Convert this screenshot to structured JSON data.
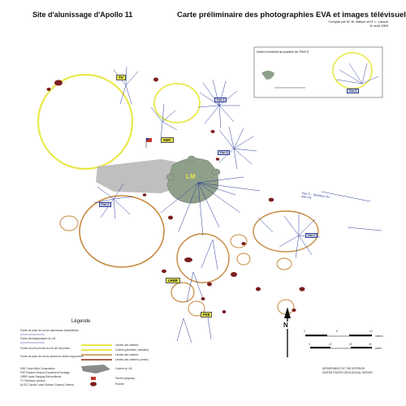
{
  "header": {
    "site_title": "Site d'alunissage d'Apollo 11",
    "map_title": "Carte préliminaire des photographies EVA et images télévisuelles",
    "compiled_by": "Compilé par M. M. Batson et R. L. Larson",
    "date": "11 août 1969"
  },
  "inset": {
    "title": "Insert montrant la position de PAN 5",
    "pan_label": "Pan 5"
  },
  "labels": {
    "tv": "TV",
    "lm": "LM",
    "swc": "SWC",
    "lrrr": "LRRR",
    "psee": "PSE",
    "pan1": "Pan 1",
    "pan2": "Pan 2",
    "pan3": "Pan 3",
    "pan4": "Pan 4",
    "pan_direction": "Pan 5 – Direction du site LM"
  },
  "legend": {
    "title": "Légende",
    "left_items": [
      "Points de prise de vue de panoramas (Hasselblad)",
      "Points photographiques du LM",
      "Points d'où les photos du LM ont été prises",
      "Points de prise de vue de photos en stéréo rapprochée"
    ],
    "abbrev": [
      "SWC   Solar Wind Composition",
      "PSE   Passive Seismic Experiment Package",
      "LRRR  Laser Ranging Retroreflector",
      "TV    Television camera",
      "ALSCC Apollo Lunar Surface Closeup Camera"
    ],
    "line_items": [
      "Limites des cratères",
      "Cratère (périmètre, diamètre)",
      "Limites des cratères",
      "Limites des cratères (ombre)"
    ],
    "right_items": [
      "Cratère du LM",
      "Flèche (drapeau)",
      "Roches"
    ]
  },
  "scale": {
    "units": "mètres",
    "units_feet": "pieds",
    "ticks_m": [
      "0",
      "5",
      "10"
    ],
    "ticks_ft": [
      "0",
      "10",
      "20",
      "30"
    ]
  },
  "north_label": "N",
  "department": {
    "line1": "DEPARTMENT OF THE INTERIOR",
    "line2": "UNITED STATES GEOLOGICAL SURVEY"
  },
  "colors": {
    "crater_yellow": "#e8e84a",
    "crater_brown": "#c6893f",
    "crater_darkred": "#8b2d12",
    "ray_lines": "#2a3c9a",
    "lm_area": "#8fa08a",
    "lm_label": "#e5e24a",
    "shadow_gray": "#b4b4b4",
    "box_fill": "#c8cde6",
    "rock_fill": "#7a1e1e"
  }
}
